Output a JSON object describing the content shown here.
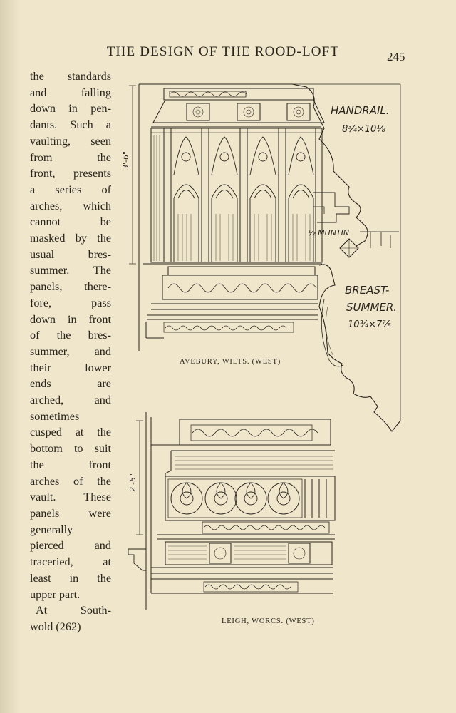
{
  "header": {
    "running_title": "THE DESIGN OF THE ROOD-LOFT",
    "page_number": "245"
  },
  "body_lines": [
    "the standards",
    "and falling",
    "down in pen-",
    "dants. Such a",
    "vaulting, seen",
    "from the",
    "front, presents",
    "a series of",
    "arches, which",
    "cannot be",
    "masked by the",
    "usual bres-",
    "summer. The",
    "panels, there-",
    "fore, pass",
    "down in front",
    "of the bres-",
    "summer, and",
    "their lower",
    "ends are",
    "arched, and",
    "sometimes",
    "cusped at the",
    "bottom to suit",
    "the front",
    "arches of the",
    "vault. These",
    "panels were",
    "generally",
    "pierced and",
    "traceried, at",
    "least in the",
    "upper part.",
    "At South-",
    "wold (262)"
  ],
  "figures": {
    "top": {
      "caption": "AVEBURY, WILTS. (WEST)",
      "annotations": {
        "handrail": "HANDRAIL.",
        "handrail_size": "8¾×10⅛",
        "height": "3'-6\"",
        "muntin": "½ MUNTIN",
        "breast_label_1": "BREAST-",
        "breast_label_2": "SUMMER.",
        "breast_size": "10¾×7⅞"
      }
    },
    "bottom": {
      "caption": "LEIGH, WORCS. (WEST)",
      "annotations": {
        "height": "2'-5\""
      }
    }
  },
  "colors": {
    "paper": "#efe6cc",
    "ink": "#2a241c"
  }
}
